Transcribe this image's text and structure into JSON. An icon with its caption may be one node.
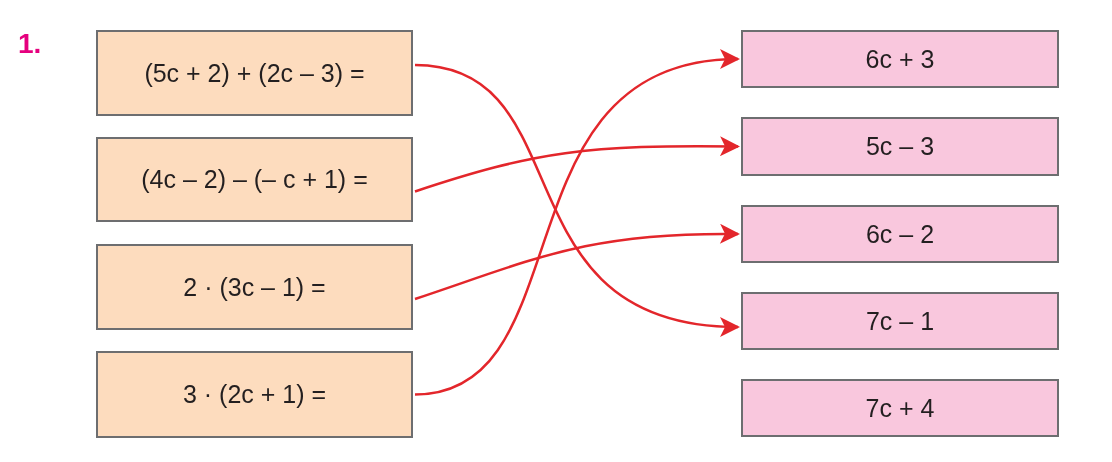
{
  "diagram": {
    "nodes": [
      {
        "text": [
          "(5c + 2) + (2c – 3) ="
        ]
      },
      {
        "text": [
          "(4c – 2) – (– c + 1) ="
        ]
      },
      {
        "text": [
          "2 · (3c – 1) ="
        ]
      },
      {
        "text": [
          "3 · (2c + 1) ="
        ]
      },
      {
        "text": [
          "6c + 3"
        ]
      },
      {
        "text": [
          "5c – 3"
        ]
      },
      {
        "text": [
          "6c – 2"
        ]
      },
      {
        "text": [
          "7c – 1"
        ]
      },
      {
        "text": [
          "7c + 4"
        ]
      }
    ],
    "edges": [
      {
        "from": 0,
        "to": 7,
        "arrow": "to"
      },
      {
        "from": 1,
        "to": 5,
        "arrow": "to"
      },
      {
        "from": 2,
        "to": 6,
        "arrow": "to"
      },
      {
        "from": 3,
        "to": 4,
        "arrow": "to"
      }
    ],
    "labels": [
      "1."
    ]
  }
}
